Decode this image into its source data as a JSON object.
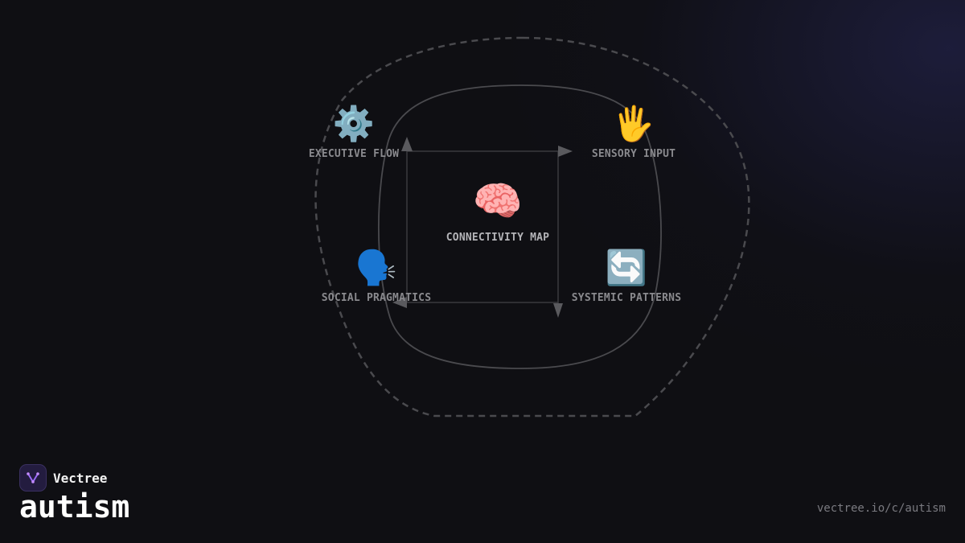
{
  "diagram": {
    "center": {
      "label": "CONNECTIVITY MAP",
      "icon": "brain-icon",
      "glyph": "🧠"
    },
    "nodes": [
      {
        "id": "executive-flow",
        "label": "EXECUTIVE FLOW",
        "icon": "gear-icon",
        "glyph": "⚙️"
      },
      {
        "id": "sensory-input",
        "label": "SENSORY INPUT",
        "icon": "raised-hand-icon",
        "glyph": "🖐"
      },
      {
        "id": "social-pragmatics",
        "label": "SOCIAL PRAGMATICS",
        "icon": "speaking-head-icon",
        "glyph": "🗣️"
      },
      {
        "id": "systemic-patterns",
        "label": "SYSTEMIC PATTERNS",
        "icon": "cycle-arrows-icon",
        "glyph": "🔄"
      }
    ],
    "colors": {
      "outline": "#4a4a4e",
      "arrow": "#5a5a5e",
      "label": "#8a8a8e",
      "accent": "#8b5cf6"
    }
  },
  "brand": {
    "name": "Vectree",
    "logo_icon": "vectree-logo-icon"
  },
  "page": {
    "title": "autism",
    "url": "vectree.io/c/autism"
  }
}
